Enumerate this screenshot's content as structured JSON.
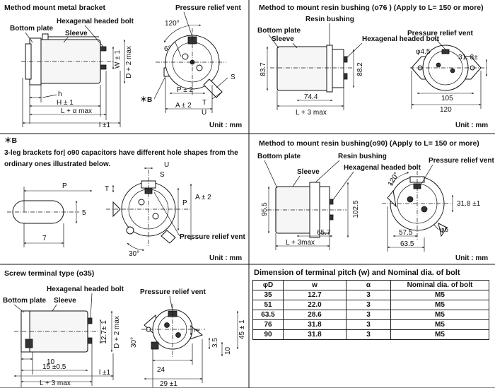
{
  "panel1": {
    "title": "Method mount metal bracket",
    "labels": {
      "bottom_plate": "Bottom plate",
      "hex_bolt": "Hexagenal headed bolt",
      "sleeve": "Sleeve",
      "pressure_vent": "Pressure relief vent",
      "angle120": "120°",
      "angle6": "6°",
      "w": "W ± 1",
      "d": "D + 2 max",
      "h": "h",
      "h1": "H ± 1",
      "la": "L + α max",
      "l1": "l ±1",
      "p": "P ± 2",
      "a": "A ± 2",
      "t": "T",
      "u": "U",
      "s": "S",
      "b": "＊B",
      "unit": "Unit : mm"
    }
  },
  "panel2": {
    "title": "Method to mount resin bushing (o76 ) (Apply to L= 150 or more)",
    "labels": {
      "resin_bushing": "Resin bushing",
      "bottom_plate": "Bottom plate",
      "sleeve": "Sleeve",
      "hex_bolt": "Hexagenal headed bolt",
      "pressure_vent": "Pressure relief vent",
      "d45": "φ4.5",
      "d318": "31. 8±",
      "d837": "83.7",
      "d882": "88.2",
      "d744": "74.4",
      "l3": "L + 3 max",
      "d105": "105",
      "d120": "120",
      "unit": "Unit : mm"
    }
  },
  "panel3": {
    "title": "＊B",
    "desc_line1": "3-leg brackets for| o90 capacitors have different hole shapes from the",
    "desc_line2": "ordinary ones illustrated below.",
    "labels": {
      "p": "P",
      "five": "5",
      "seven": "7",
      "u": "U",
      "s": "S",
      "t": "T",
      "p2": "P",
      "a": "A ± 2",
      "pressure_vent": "Pressure relief vent",
      "angle30": "30°",
      "unit": "Unit : mm"
    }
  },
  "panel4": {
    "title": "Method to mount resin bushing(o90) (Apply to L= 150 or more)",
    "labels": {
      "bottom_plate": "Bottom plate",
      "resin_bushing": "Resin bushing",
      "sleeve": "Sleeve",
      "hex_bolt": "Hexagenal headed bolt",
      "pressure_vent": "Pressure relief vent",
      "angle120": "120°",
      "d955": "95.5",
      "d1025": "102.5",
      "d657": "65.7",
      "l3": "L + 3max",
      "d318": "31.8 ±1",
      "d575": "57.5",
      "d6": "φ6",
      "d635": "63.5",
      "unit": "Unit : mm"
    }
  },
  "panel5": {
    "title": "Screw terminal type (o35)",
    "labels": {
      "hex_bolt": "Hexagenal headed bolt",
      "pressure_vent": "Pressure relief vent",
      "bottom_plate": "Bottom plate",
      "sleeve": "Sleeve",
      "d127": "12.7± 1",
      "d2max": "D + 2 max",
      "d45": "45 ± 1",
      "ten_a": "10",
      "fifteen": "15 ±0.5",
      "l3": "L + 3 max",
      "l1": "l ±1",
      "angle30": "30°",
      "seven": "7",
      "d35": "3.5",
      "ten_b": "10",
      "d24": "24",
      "d29": "29 ±1"
    }
  },
  "table": {
    "title": "Dimension of terminal pitch (w) and  Nominal dia. of bolt",
    "headers": [
      "φD",
      "w",
      "α",
      "Nominal dia. of bolt"
    ],
    "rows": [
      [
        "35",
        "12.7",
        "3",
        "M5"
      ],
      [
        "51",
        "22.0",
        "3",
        "M5"
      ],
      [
        "63.5",
        "28.6",
        "3",
        "M5"
      ],
      [
        "76",
        "31.8",
        "3",
        "M5"
      ],
      [
        "90",
        "31.8",
        "3",
        "M5"
      ]
    ]
  }
}
